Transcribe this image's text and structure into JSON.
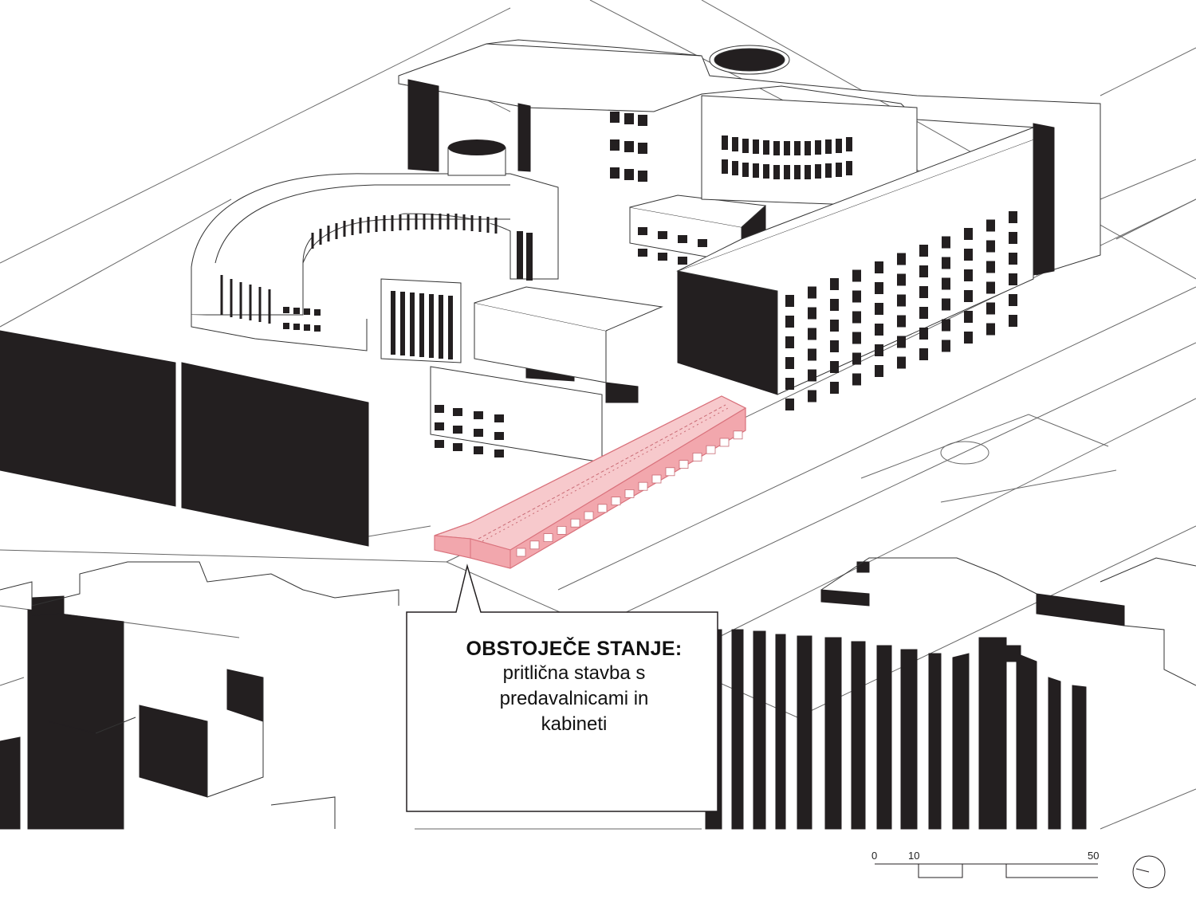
{
  "callout": {
    "title": "OBSTOJEČE STANJE:",
    "lines": [
      "pritlična stavba s",
      "predavalnicami in",
      "kabineti"
    ]
  },
  "scale_bar": {
    "labels": [
      "0",
      "10",
      "50"
    ]
  },
  "icons": {
    "north": "north-arrow-icon"
  },
  "colors": {
    "highlight_fill": "#f2a7ad",
    "highlight_roof": "#f7c9cc",
    "highlight_stroke": "#d9727c",
    "mass": "#231f20",
    "line": "#555555"
  }
}
